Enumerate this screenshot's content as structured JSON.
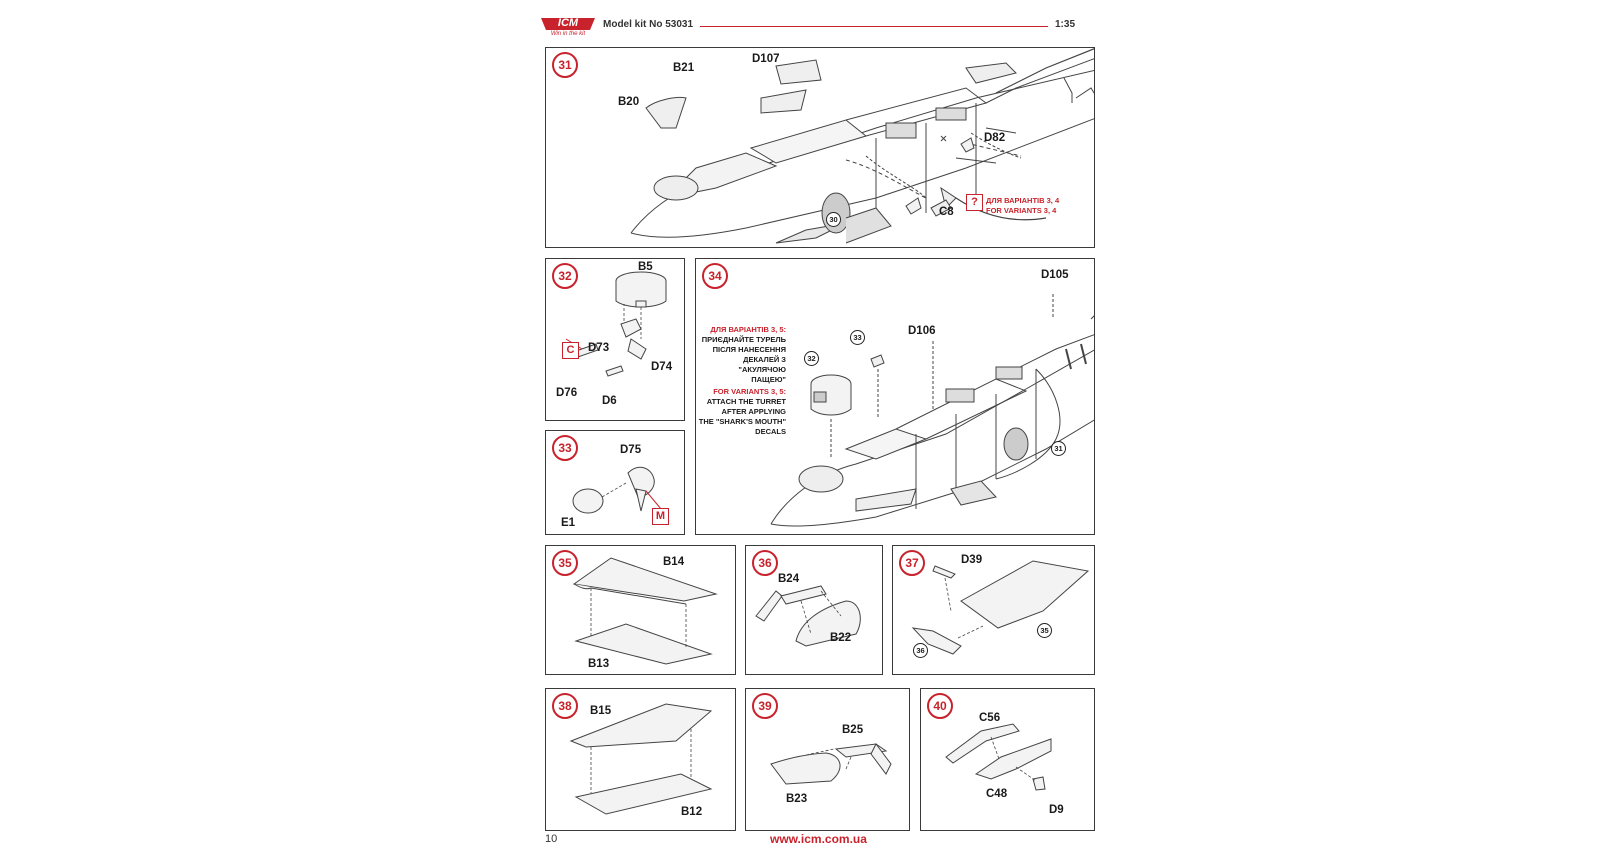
{
  "header": {
    "brand": "ICM",
    "brand_tagline": "Win in the kit",
    "kit_label": "Model kit No 53031",
    "scale": "1:35"
  },
  "footer": {
    "page_number": "10",
    "website": "www.icm.com.ua"
  },
  "colors": {
    "accent_red": "#c8232c",
    "line": "#3a3a3a"
  },
  "steps": {
    "s31": {
      "num": "31",
      "labels": {
        "b21": "B21",
        "d107": "D107",
        "b20": "B20",
        "d82": "D82",
        "c8": "C8"
      },
      "ref": "30",
      "info_box": "?",
      "note_ua": "ДЛЯ ВАРІАНТІВ 3, 4",
      "note_en": "FOR VARIANTS 3, 4"
    },
    "s32": {
      "num": "32",
      "labels": {
        "b5": "B5",
        "d73": "D73",
        "d74": "D74",
        "d76": "D76",
        "d6": "D6"
      },
      "color_box": "C"
    },
    "s33": {
      "num": "33",
      "labels": {
        "d75": "D75",
        "e1": "E1"
      },
      "color_box": "M"
    },
    "s34": {
      "num": "34",
      "labels": {
        "d105": "D105",
        "d106": "D106"
      },
      "refs": {
        "r32": "32",
        "r33": "33",
        "r31": "31"
      },
      "note_ua_title": "ДЛЯ ВАРІАНТІВ 3, 5:",
      "note_ua_lines": [
        "ПРИЄДНАЙТЕ ТУРЕЛЬ",
        "ПІСЛЯ НАНЕСЕННЯ",
        "ДЕКАЛЕЙ З \"АКУЛЯЧОЮ",
        "ПАЩЕЮ\""
      ],
      "note_en_title": "FOR VARIANTS 3, 5:",
      "note_en_lines": [
        "ATTACH THE TURRET",
        "AFTER APPLYING",
        "THE \"SHARK'S MOUTH\"",
        "DECALS"
      ]
    },
    "s35": {
      "num": "35",
      "labels": {
        "b14": "B14",
        "b13": "B13"
      }
    },
    "s36": {
      "num": "36",
      "labels": {
        "b24": "B24",
        "b22": "B22"
      }
    },
    "s37": {
      "num": "37",
      "labels": {
        "d39": "D39"
      },
      "refs": {
        "r35": "35",
        "r36": "36"
      }
    },
    "s38": {
      "num": "38",
      "labels": {
        "b15": "B15",
        "b12": "B12"
      }
    },
    "s39": {
      "num": "39",
      "labels": {
        "b25": "B25",
        "b23": "B23"
      }
    },
    "s40": {
      "num": "40",
      "labels": {
        "c56": "C56",
        "c48": "C48",
        "d9": "D9"
      }
    }
  }
}
